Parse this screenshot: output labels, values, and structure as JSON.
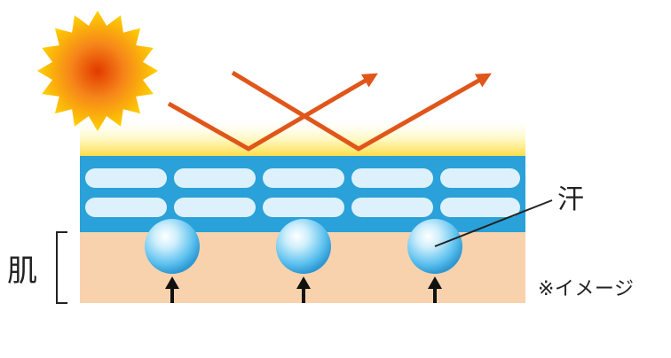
{
  "labels": {
    "skin": "肌",
    "sweat": "汗",
    "note": "※イメージ"
  },
  "colors": {
    "sun_center": "#E23A00",
    "sun_edge": "#FFD200",
    "ray_arrow": "#E0561A",
    "glow": "#FFE14A",
    "coating_layer": "#2AA1D9",
    "coating_pill": "#DDF1FC",
    "skin_layer": "#F8D2AC",
    "sweat_droplet": "#5BC0EE",
    "up_arrow": "#111111",
    "text": "#222222"
  },
  "icons": {
    "sun": "sun-icon",
    "reflected_rays": "arrow-icon",
    "sweat_droplet": "droplet-icon",
    "rising_sweat": "arrow-up-icon"
  }
}
